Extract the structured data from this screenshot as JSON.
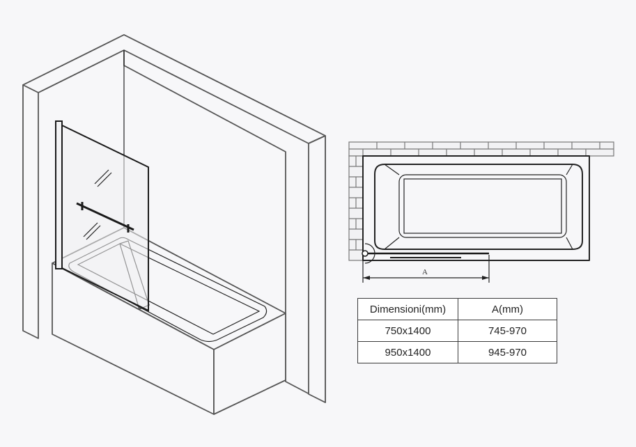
{
  "plan": {
    "dimension_label": "A"
  },
  "table": {
    "headers": [
      "Dimensioni(mm)",
      "A(mm)"
    ],
    "rows": [
      [
        "750x1400",
        "745-970"
      ],
      [
        "950x1400",
        "945-970"
      ]
    ]
  },
  "colors": {
    "background": "#f7f7f9",
    "line": "#222222"
  }
}
